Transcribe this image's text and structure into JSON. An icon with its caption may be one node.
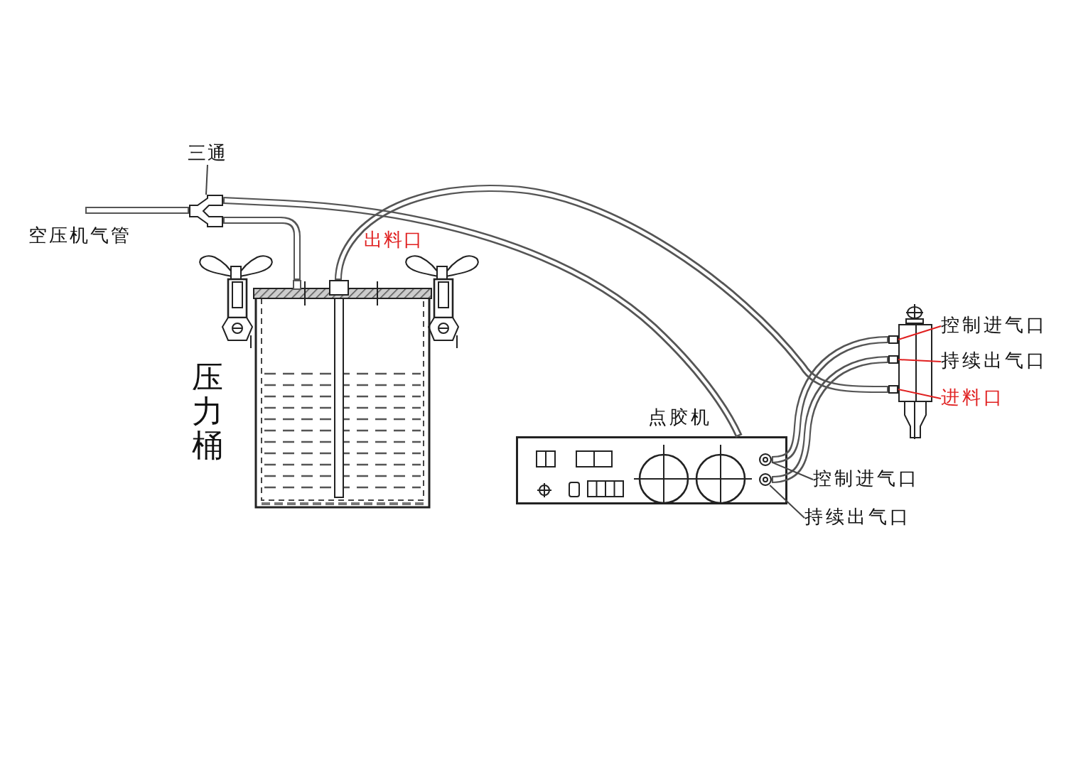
{
  "diagram": {
    "nodes": [
      {
        "text": [
          "三通"
        ]
      },
      {
        "text": [],
        "shape": "picture"
      },
      {
        "text": [],
        "shape": "picture",
        "beside": [
          "压力桶"
        ]
      },
      {
        "text": [],
        "shape": "picture",
        "beside": [
          "点胶机"
        ]
      },
      {
        "text": [],
        "shape": "circle",
        "in": 3
      },
      {
        "text": [],
        "shape": "circle",
        "in": 3
      },
      {
        "text": [],
        "shape": "box"
      },
      {
        "text": [],
        "shape": "box"
      },
      {
        "text": [],
        "shape": "box"
      },
      {
        "text": [],
        "shape": "box"
      },
      {
        "text": [
          "控制进气口"
        ]
      },
      {
        "text": [
          "持续出气口"
        ]
      },
      {
        "text": [
          "进料口"
        ]
      },
      {
        "text": [
          "控制进气口"
        ]
      },
      {
        "text": [
          "持续出气口"
        ]
      }
    ],
    "edges": [
      {
        "from": 0,
        "to": 1,
        "arrow": "none"
      },
      {
        "from": null,
        "to": 1,
        "arrow": "none",
        "style": "thick"
      },
      {
        "from": 1,
        "to": 2,
        "arrow": "none",
        "style": "thick"
      },
      {
        "from": 1,
        "to": 3,
        "arrow": "none",
        "style": "thick"
      },
      {
        "from": 2,
        "to": 9,
        "arrow": "none",
        "style": "thick"
      },
      {
        "from": 4,
        "to": 7,
        "arrow": "none",
        "style": "thick"
      },
      {
        "from": 5,
        "to": 8,
        "arrow": "none",
        "style": "thick"
      },
      {
        "from": 10,
        "to": 7,
        "arrow": "none",
        "color": "#e02020"
      },
      {
        "from": 11,
        "to": 8,
        "arrow": "none",
        "color": "#e02020"
      },
      {
        "from": 12,
        "to": 9,
        "arrow": "none",
        "color": "#e02020"
      },
      {
        "from": 13,
        "to": 4,
        "arrow": "none"
      },
      {
        "from": 14,
        "to": 5,
        "arrow": "none"
      }
    ],
    "labels": [
      "空压机气管",
      "出料口"
    ]
  }
}
